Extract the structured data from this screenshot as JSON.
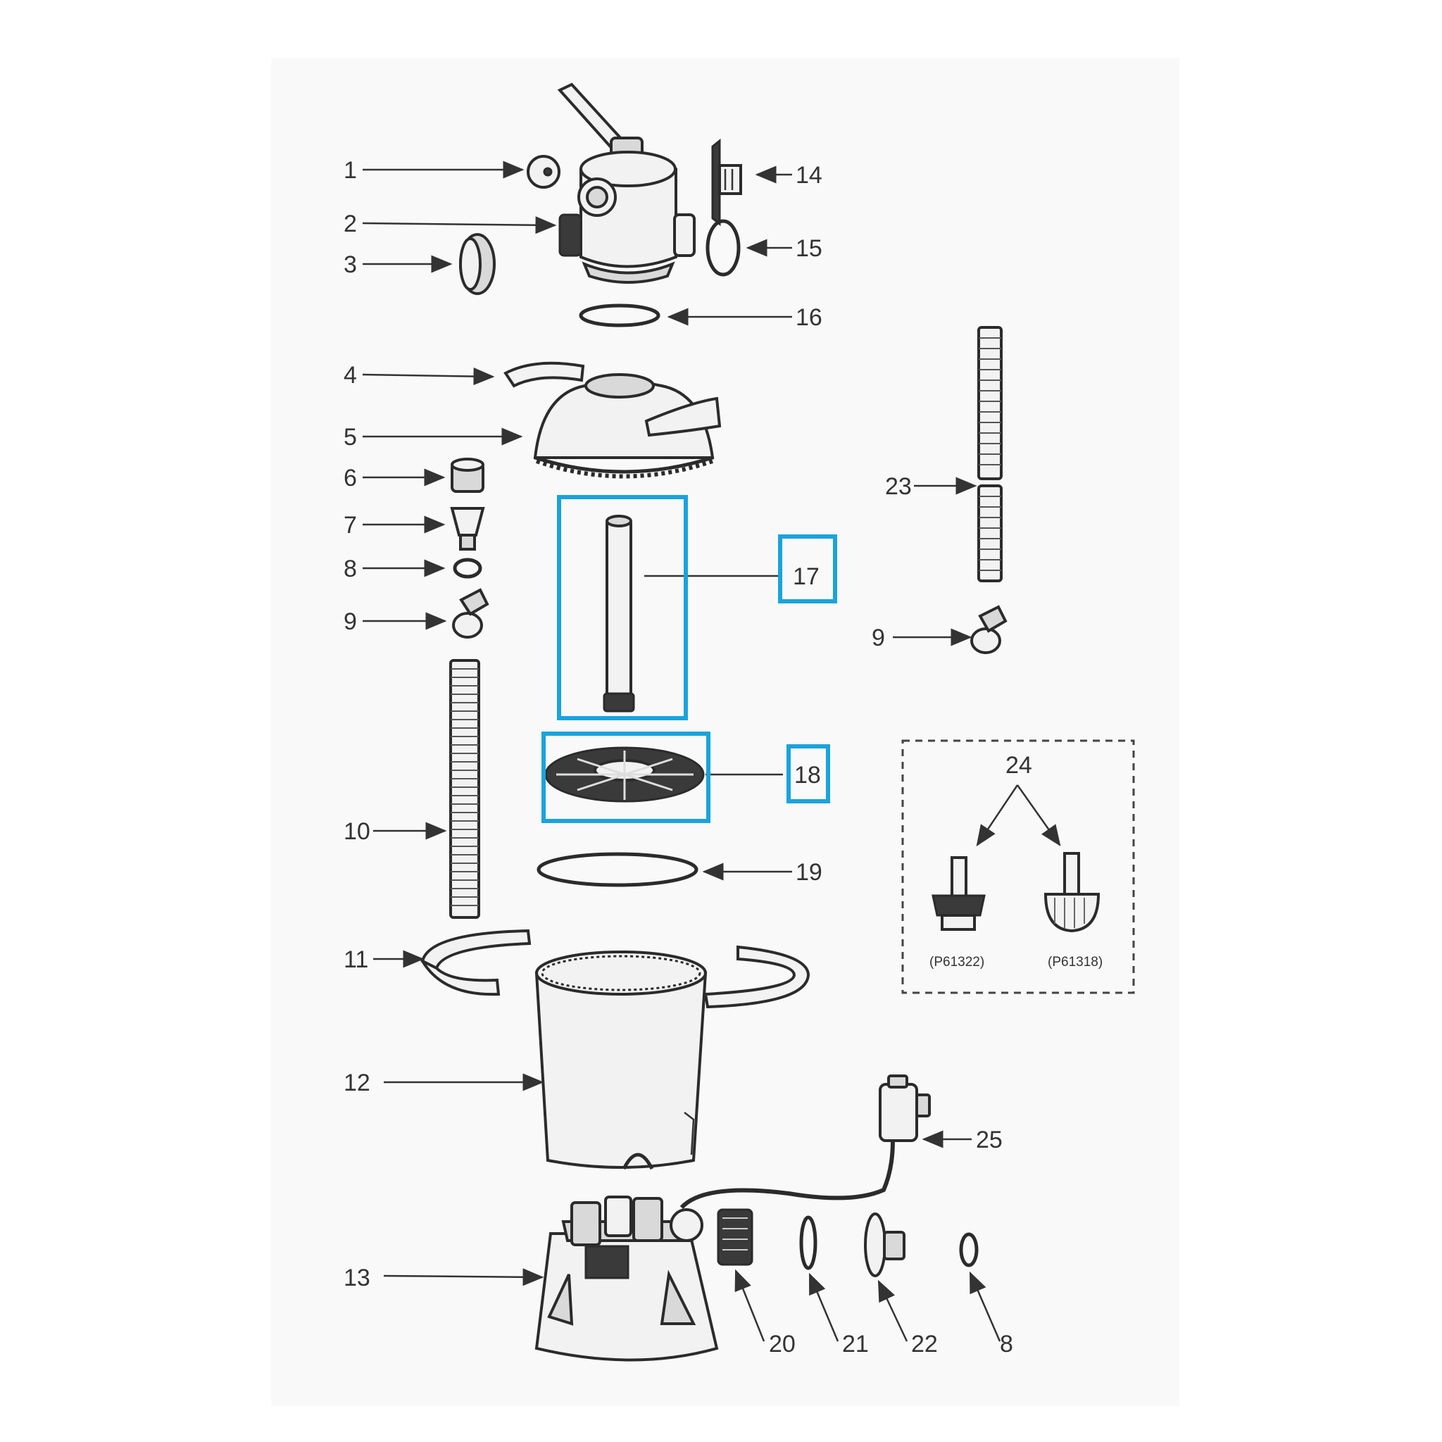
{
  "diagram": {
    "callouts": [
      "1",
      "2",
      "3",
      "4",
      "5",
      "6",
      "7",
      "8",
      "9",
      "10",
      "11",
      "12",
      "13",
      "14",
      "15",
      "16",
      "17",
      "18",
      "19",
      "20",
      "21",
      "22",
      "23",
      "24",
      "25"
    ],
    "callout_9_right": "9",
    "callout_8_bottom": "8",
    "kit_codes": [
      "(P61322)",
      "(P61318)"
    ],
    "highlight_color": "#1aa3dc",
    "highlighted_parts": [
      "17",
      "18"
    ]
  }
}
